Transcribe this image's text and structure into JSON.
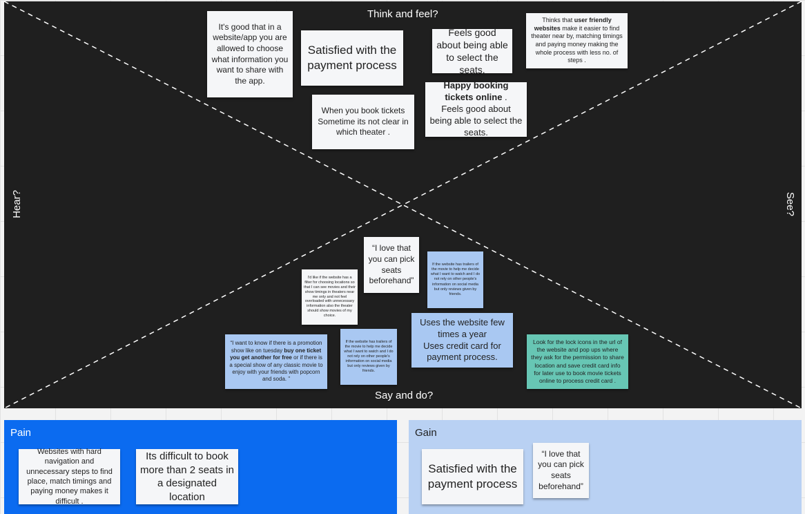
{
  "quadrants": {
    "top": "Think and feel?",
    "bottom": "Say and do?",
    "left": "Hear?",
    "right": "See?"
  },
  "think_notes": {
    "n1": "It's good that in a website/app you are allowed  to choose what information you want to  share with the app.",
    "n2": "Satisfied with the payment process",
    "n3": "Feels good about being able to select the seats.",
    "n4_pre": "Thinks that ",
    "n4_bold": "user friendly websites",
    "n4_post": " make it easier to find theater near by, matching timings and paying money making the whole process with less no. of steps .",
    "n5": "When you book tickets Sometime its not clear in which theater .",
    "n6_bold": "Happy booking tickets online",
    "n6_post": " .",
    "n6_line2": "Feels good about being able to select the seats."
  },
  "say_notes": {
    "s1": "“I love that you can pick seats beforehand”",
    "s2": "I'd like if the website has a filter for choosing locations so that I can see movies and their show timings  in theaters near me only and not feel overloaded with unnecessary information also the theater should show movies of my choice.",
    "s3": "If the website has trailers of the movie to help me decide what I want to watch and I do not rely on other people's information on  social media but only reviews given  by friends.",
    "s4": "Uses the website few times a year\nUses credit card for payment process.",
    "s5_pre": "“I want to know if there is a promotion show like on tuesday ",
    "s5_bold": "buy one ticket you get another for free",
    "s5_post": " or if there is a special show of any classic movie to enjoy with your friends with popcorn and soda. ”",
    "s6": "If the website has trailers of the movie to help me decide what I want to watch and I do not rely on other people's information on  social media but only reviews given  by friends.",
    "s7": "Look for the lock icons  in the url of the website  and pop ups where they ask for the permission to share location and save credit card info for later use  to book movie tickets online to process credit card ."
  },
  "pain": {
    "title": "Pain",
    "notes": [
      "Websites with hard navigation and unnecessary steps to find place, match timings and paying money makes it difficult .",
      "Its difficult to book more than 2 seats in a designated location"
    ]
  },
  "gain": {
    "title": "Gain",
    "notes": [
      "Satisfied with the payment process",
      "“I love that you can pick seats beforehand”"
    ]
  },
  "colors": {
    "board": "#1f1f1f",
    "pain": "#0b6bf0",
    "gain": "#b9d1f3",
    "blue_note": "#a9c8f2",
    "teal_note": "#67c6b4",
    "white_note": "#f5f6f8"
  }
}
